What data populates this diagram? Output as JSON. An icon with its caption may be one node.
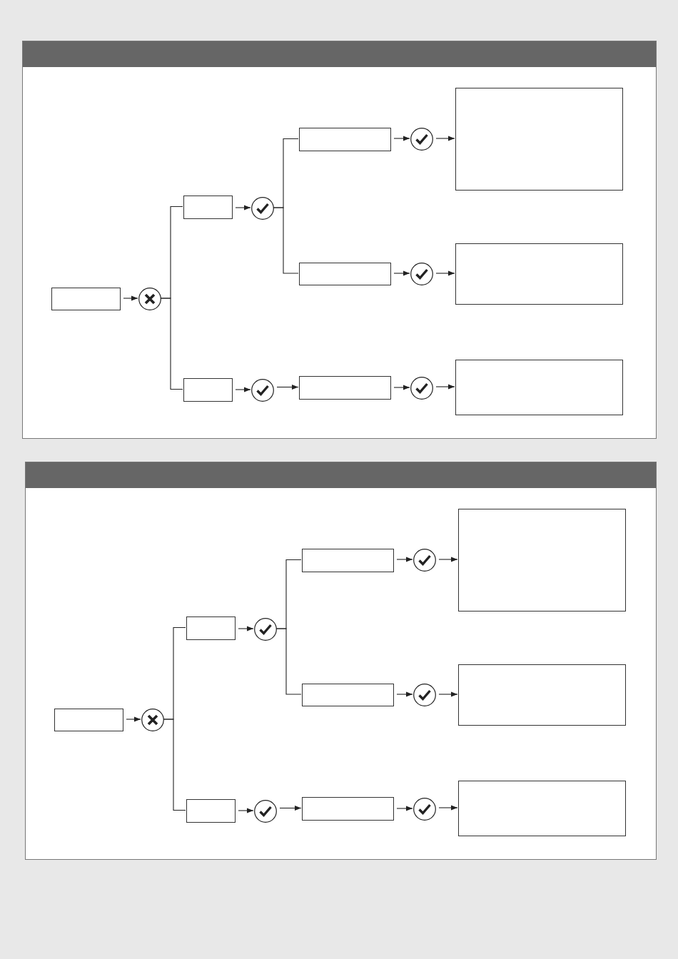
{
  "diagram": {
    "nodes": [
      {
        "text": [],
        "shape": "box"
      },
      {
        "text": [],
        "shape": "box",
        "in": 0
      },
      {
        "text": [],
        "shape": "circle",
        "in": 0
      },
      {
        "text": [],
        "shape": "box",
        "in": 0
      },
      {
        "text": [],
        "shape": "circle",
        "in": 0
      },
      {
        "text": [],
        "shape": "box",
        "in": 0
      },
      {
        "text": [],
        "shape": "circle",
        "in": 0
      },
      {
        "text": [],
        "shape": "box",
        "in": 0
      },
      {
        "text": [],
        "shape": "box",
        "in": 0
      },
      {
        "text": [],
        "shape": "circle",
        "in": 0
      },
      {
        "text": [],
        "shape": "box",
        "in": 0
      },
      {
        "text": [],
        "shape": "box",
        "in": 0
      },
      {
        "text": [],
        "shape": "circle",
        "in": 0
      },
      {
        "text": [],
        "shape": "box",
        "in": 0
      },
      {
        "text": [],
        "shape": "circle",
        "in": 0
      },
      {
        "text": [],
        "shape": "box",
        "in": 0
      },
      {
        "text": [],
        "shape": "box"
      },
      {
        "text": [],
        "shape": "box",
        "in": 16
      },
      {
        "text": [],
        "shape": "circle",
        "in": 16
      },
      {
        "text": [],
        "shape": "box",
        "in": 16
      },
      {
        "text": [],
        "shape": "circle",
        "in": 16
      },
      {
        "text": [],
        "shape": "box",
        "in": 16
      },
      {
        "text": [],
        "shape": "circle",
        "in": 16
      },
      {
        "text": [],
        "shape": "box",
        "in": 16
      },
      {
        "text": [],
        "shape": "box",
        "in": 16
      },
      {
        "text": [],
        "shape": "circle",
        "in": 16
      },
      {
        "text": [],
        "shape": "box",
        "in": 16
      },
      {
        "text": [],
        "shape": "box",
        "in": 16
      },
      {
        "text": [],
        "shape": "circle",
        "in": 16
      },
      {
        "text": [],
        "shape": "box",
        "in": 16
      },
      {
        "text": [],
        "shape": "circle",
        "in": 16
      },
      {
        "text": [],
        "shape": "box",
        "in": 16
      }
    ],
    "edges": [
      {
        "from": 1,
        "to": 2,
        "arrow": "to"
      },
      {
        "from": 2,
        "to": 3,
        "arrow": "none"
      },
      {
        "from": 2,
        "to": 11,
        "arrow": "none"
      },
      {
        "from": 3,
        "to": 4,
        "arrow": "to"
      },
      {
        "from": 4,
        "to": 5,
        "arrow": "none"
      },
      {
        "from": 4,
        "to": 8,
        "arrow": "none"
      },
      {
        "from": 5,
        "to": 6,
        "arrow": "to"
      },
      {
        "from": 6,
        "to": 7,
        "arrow": "to"
      },
      {
        "from": 8,
        "to": 9,
        "arrow": "to"
      },
      {
        "from": 9,
        "to": 10,
        "arrow": "to"
      },
      {
        "from": 11,
        "to": 12,
        "arrow": "to"
      },
      {
        "from": 12,
        "to": 13,
        "arrow": "to"
      },
      {
        "from": 13,
        "to": 14,
        "arrow": "to"
      },
      {
        "from": 14,
        "to": 15,
        "arrow": "to"
      },
      {
        "from": 17,
        "to": 18,
        "arrow": "to"
      },
      {
        "from": 18,
        "to": 19,
        "arrow": "none"
      },
      {
        "from": 18,
        "to": 27,
        "arrow": "none"
      },
      {
        "from": 19,
        "to": 20,
        "arrow": "to"
      },
      {
        "from": 20,
        "to": 21,
        "arrow": "none"
      },
      {
        "from": 20,
        "to": 24,
        "arrow": "none"
      },
      {
        "from": 21,
        "to": 22,
        "arrow": "to"
      },
      {
        "from": 22,
        "to": 23,
        "arrow": "to"
      },
      {
        "from": 24,
        "to": 25,
        "arrow": "to"
      },
      {
        "from": 25,
        "to": 26,
        "arrow": "to"
      },
      {
        "from": 27,
        "to": 28,
        "arrow": "to"
      },
      {
        "from": 28,
        "to": 29,
        "arrow": "to"
      },
      {
        "from": 29,
        "to": 30,
        "arrow": "to"
      },
      {
        "from": 30,
        "to": 31,
        "arrow": "to"
      }
    ]
  }
}
